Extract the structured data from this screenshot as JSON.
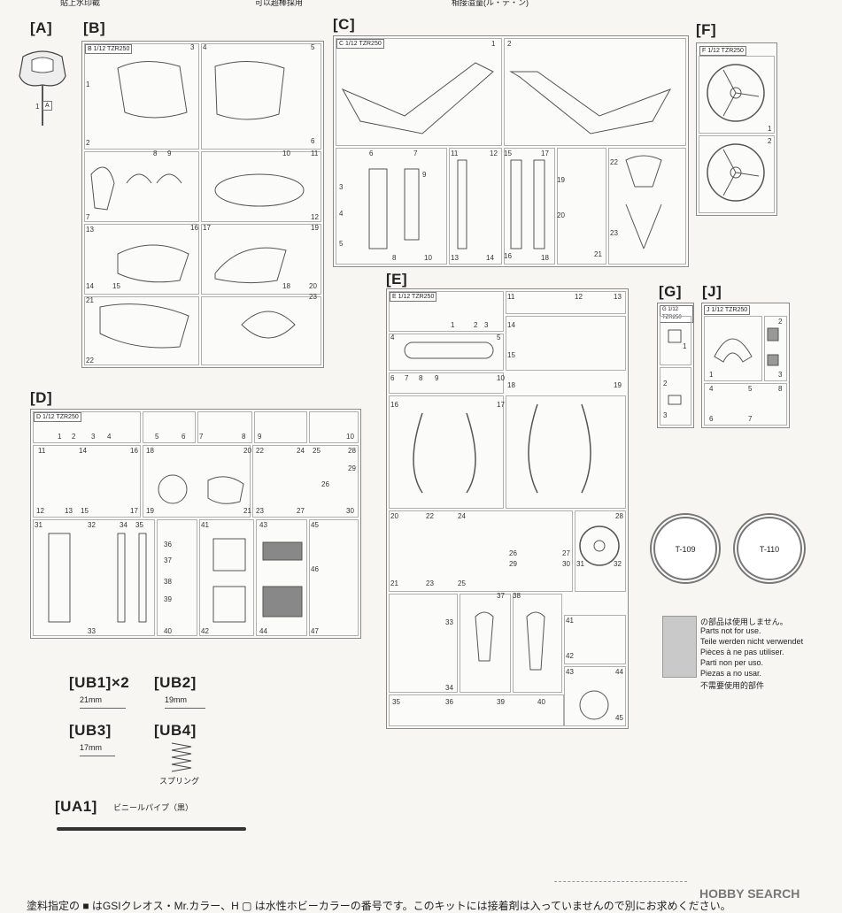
{
  "top_strip": [
    "貼上水印截",
    "可以超棒採用",
    "相接溢量(ル・テ・ン)"
  ],
  "sections": {
    "A": "[A]",
    "B": "[B]",
    "C": "[C]",
    "D": "[D]",
    "E": "[E]",
    "F": "[F]",
    "G": "[G]",
    "J": "[J]"
  },
  "sprue_tags": {
    "B": "B 1/12 TZR250",
    "C": "C 1/12 TZR250",
    "D": "D 1/12 TZR250",
    "E": "E 1/12 TZR250",
    "F": "F 1/12 TZR250",
    "G": "G 1/12 TZR250",
    "J": "J 1/12 TZR250"
  },
  "part_A": {
    "num": "1",
    "letter": "A"
  },
  "numbers_B": [
    "3",
    "4",
    "5",
    "1",
    "2",
    "6",
    "7",
    "8",
    "9",
    "10",
    "11",
    "12",
    "13",
    "16",
    "17",
    "19",
    "14",
    "15",
    "18",
    "20",
    "21",
    "23",
    "22"
  ],
  "numbers_C": [
    "1",
    "2",
    "3",
    "4",
    "5",
    "6",
    "7",
    "8",
    "9",
    "10",
    "11",
    "12",
    "13",
    "14",
    "15",
    "16",
    "17",
    "18",
    "19",
    "20",
    "21",
    "22",
    "23"
  ],
  "numbers_D": [
    "1",
    "2",
    "3",
    "4",
    "5",
    "6",
    "7",
    "8",
    "9",
    "10",
    "11",
    "12",
    "13",
    "14",
    "15",
    "16",
    "17",
    "18",
    "19",
    "20",
    "21",
    "22",
    "23",
    "24",
    "25",
    "26",
    "27",
    "28",
    "29",
    "30",
    "31",
    "32",
    "33",
    "34",
    "35",
    "36",
    "37",
    "38",
    "39",
    "40",
    "41",
    "42",
    "43",
    "44",
    "45",
    "46",
    "47"
  ],
  "numbers_E": [
    "1",
    "2",
    "3",
    "4",
    "5",
    "6",
    "7",
    "8",
    "9",
    "10",
    "11",
    "12",
    "13",
    "14",
    "15",
    "16",
    "17",
    "18",
    "19",
    "20",
    "21",
    "22",
    "23",
    "24",
    "25",
    "26",
    "27",
    "28",
    "29",
    "30",
    "31",
    "32",
    "33",
    "34",
    "35",
    "36",
    "37",
    "38",
    "39",
    "40",
    "41",
    "42",
    "43",
    "44",
    "45"
  ],
  "numbers_F": [
    "1",
    "2"
  ],
  "numbers_G": [
    "1",
    "2",
    "3"
  ],
  "numbers_J": [
    "1",
    "2",
    "3",
    "4",
    "5",
    "6",
    "7",
    "8"
  ],
  "tires": [
    "T-109",
    "T-110"
  ],
  "extras": {
    "ub1": "[UB1]×2",
    "ub1_len": "21mm",
    "ub2": "[UB2]",
    "ub2_len": "19mm",
    "ub3": "[UB3]",
    "ub3_len": "17mm",
    "ub4": "[UB4]",
    "ub4_name": "スプリング",
    "ua1": "[UA1]",
    "ua1_name": "ビニールパイプ（黒）"
  },
  "not_used": [
    "の部品は使用しません。",
    "Parts not for use.",
    "Teile werden nicht verwendet",
    "Pièces à ne pas utiliser.",
    "Parti non per uso.",
    "Piezas a no usar.",
    "不需要使用的部件"
  ],
  "footer": "塗料指定の ■ はGSIクレオス・Mr.カラー、H ▢ は水性ホビーカラーの番号です。このキットには接着剤は入っていませんので別にお求めください。",
  "watermark": "HOBBY SEARCH"
}
